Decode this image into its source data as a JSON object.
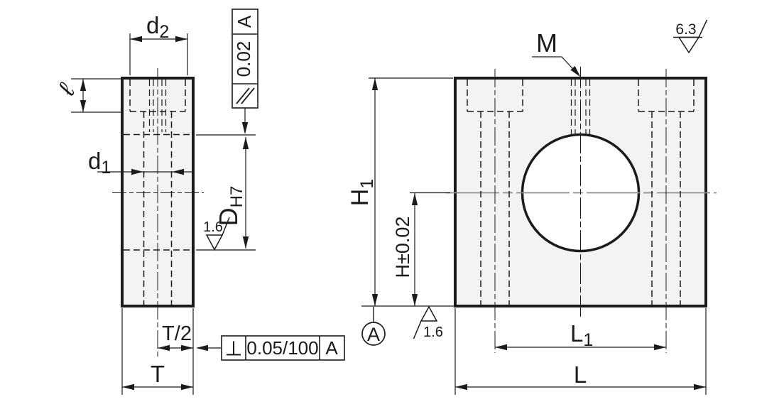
{
  "colors": {
    "line": "#1b1b1b",
    "part_fill": "#f3f3f4",
    "centerline_gray": "#8f8f8f",
    "background": "#ffffff"
  },
  "side_view": {
    "dim_counterbore_dia": {
      "base": "d",
      "sub": "2"
    },
    "dim_hole_dia": {
      "base": "d",
      "sub": "1"
    },
    "dim_thread_depth": "ℓ",
    "dim_bore_dia": {
      "base": "D",
      "sub": "H7"
    },
    "dim_thickness": "T",
    "dim_half_thickness": "T/2",
    "bore_roughness": "1.6",
    "fcf_parallelism": {
      "symbol": "//",
      "tolerance": "0.02",
      "datum": "A"
    },
    "fcf_perpendicularity": {
      "symbol": "⊥",
      "tolerance": "0.05/100",
      "datum": "A"
    }
  },
  "front_view": {
    "dim_height": {
      "base": "H",
      "sub": "1"
    },
    "dim_center_height": "H±0.02",
    "dim_hole_pitch": {
      "base": "L",
      "sub": "1"
    },
    "dim_length": "L",
    "thread_callout": "M",
    "datum_label": "A",
    "bottom_roughness": "1.6",
    "general_roughness": "6.3"
  }
}
